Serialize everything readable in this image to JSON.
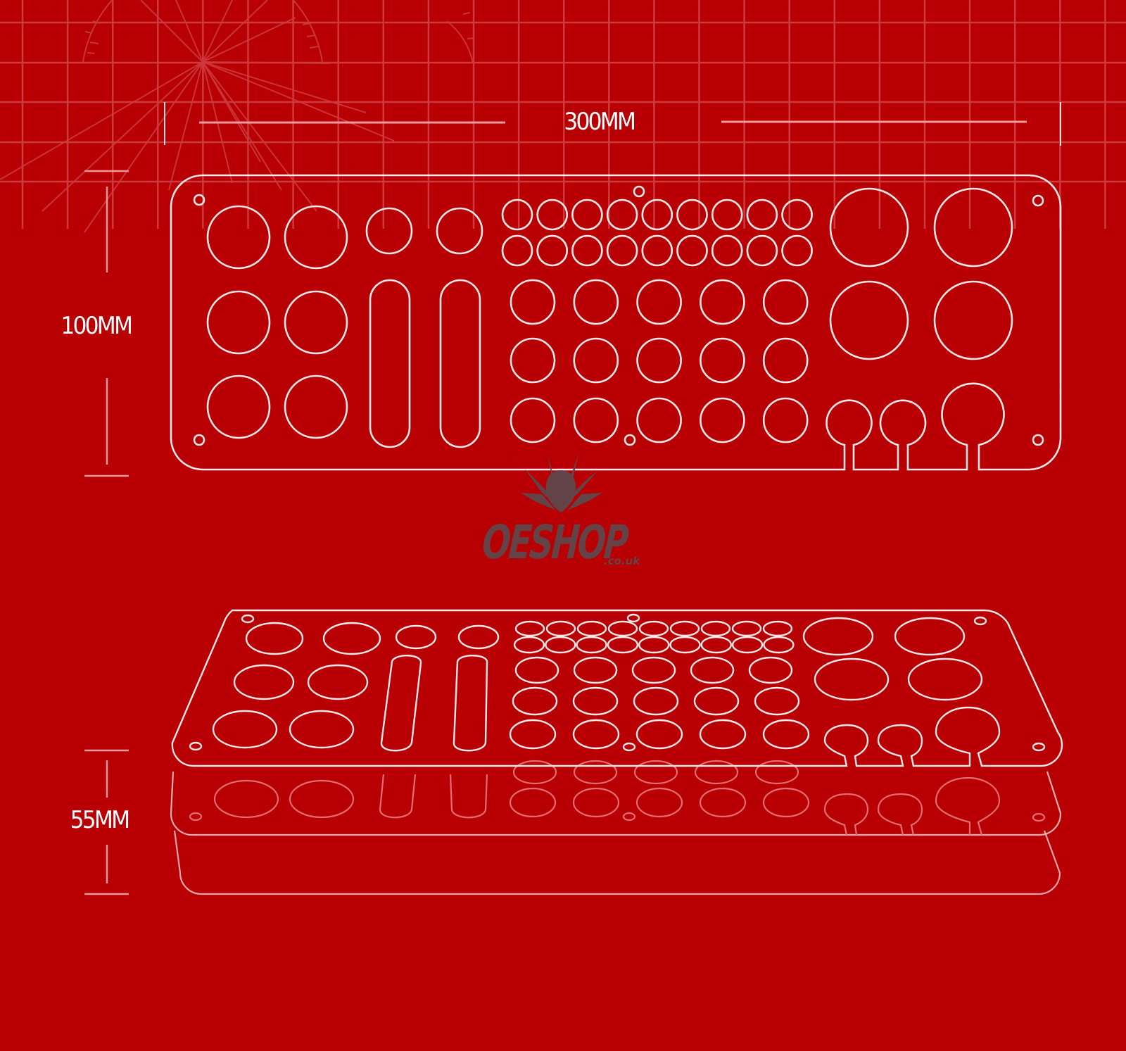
{
  "colors": {
    "background": "#b80004",
    "grid_line": "#d2464a",
    "outline": "#ffe8e8",
    "faded_outline": "#e77378",
    "watermark": "#5b4a4e"
  },
  "dimensions": {
    "width_label": "300MM",
    "height_label": "100MM",
    "depth_label": "55MM"
  },
  "watermark": {
    "brand": "OESHOP",
    "suffix": ".co.uk",
    "icon": "mecha-helmet-logo-icon"
  },
  "top_view": {
    "title": "Top view of tool holder plate",
    "left_block": {
      "large_circles": 6,
      "small_circles": 2,
      "slots": 2
    },
    "center_block": {
      "tiny_circles_rows": 2,
      "tiny_circles_per_row": 9,
      "medium_circles_rows": 3,
      "medium_circles_per_row": 5
    },
    "right_block": {
      "large_circles": 4,
      "keyhole_cutouts": 3
    },
    "screw_holes": 6
  },
  "perspective_view": {
    "title": "Exploded perspective view of stacked plates",
    "layers": [
      "top plate",
      "middle plate",
      "base plate"
    ]
  }
}
